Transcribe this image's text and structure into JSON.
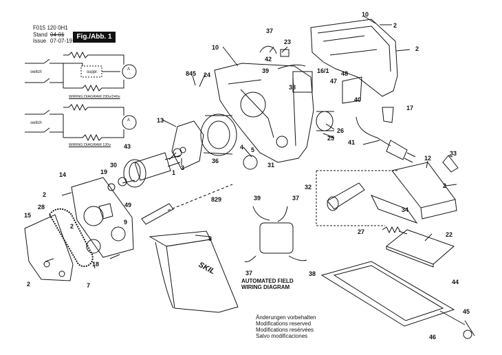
{
  "header": {
    "doc_number": "F015 120 0H1",
    "stand_label": "Stand",
    "stand_value_struck": "04-01",
    "issue_label": "Issue",
    "issue_value": "07-07-19",
    "figure_label": "Fig./Abb. 1"
  },
  "wiring": {
    "switch_label": "switch",
    "suppressor_label": "suppr.",
    "motor_label": "A",
    "caption_230": "WIRING DIAGRAM 230v/240v",
    "caption_120": "WIRING DIAGRAM 120v"
  },
  "field_wiring": {
    "line1": "AUTOMATED FIELD",
    "line2": "WIRING DIAGRAM"
  },
  "brand_mark": "SKIL",
  "notes": [
    "Änderungen vorbehalten",
    "Modifications reserved",
    "Modifications resérvées",
    "Salvo modificaciones"
  ],
  "callouts": {
    "c10a": "10",
    "c2a": "2",
    "c2b": "2",
    "c37a": "37",
    "c23": "23",
    "c42": "42",
    "c10b": "10",
    "c39a": "39",
    "c16": "16/1",
    "c48": "48",
    "c845": "845",
    "c24": "24",
    "c38a": "38",
    "c47": "47",
    "c40": "40",
    "c17": "17",
    "c13": "13",
    "c26": "26",
    "c25": "25",
    "c41": "41",
    "c4": "4",
    "c5": "5",
    "c43": "43",
    "c36": "36",
    "c31": "31",
    "c3": "3",
    "c1": "1",
    "c33": "33",
    "c30": "30",
    "c19": "19",
    "c14": "14",
    "c12": "12",
    "c2c": "2",
    "c32": "32",
    "c2d": "2",
    "c829": "829",
    "c39b": "39",
    "c37b": "37",
    "c28": "28",
    "c49": "49",
    "c34": "34",
    "c15": "15",
    "c2e": "2",
    "c9": "9",
    "c27": "27",
    "c22": "22",
    "c8": "8",
    "c18": "18",
    "c7": "7",
    "c2f": "2",
    "c37c": "37",
    "c38b": "38",
    "c44": "44",
    "c45": "45",
    "c46": "46"
  }
}
